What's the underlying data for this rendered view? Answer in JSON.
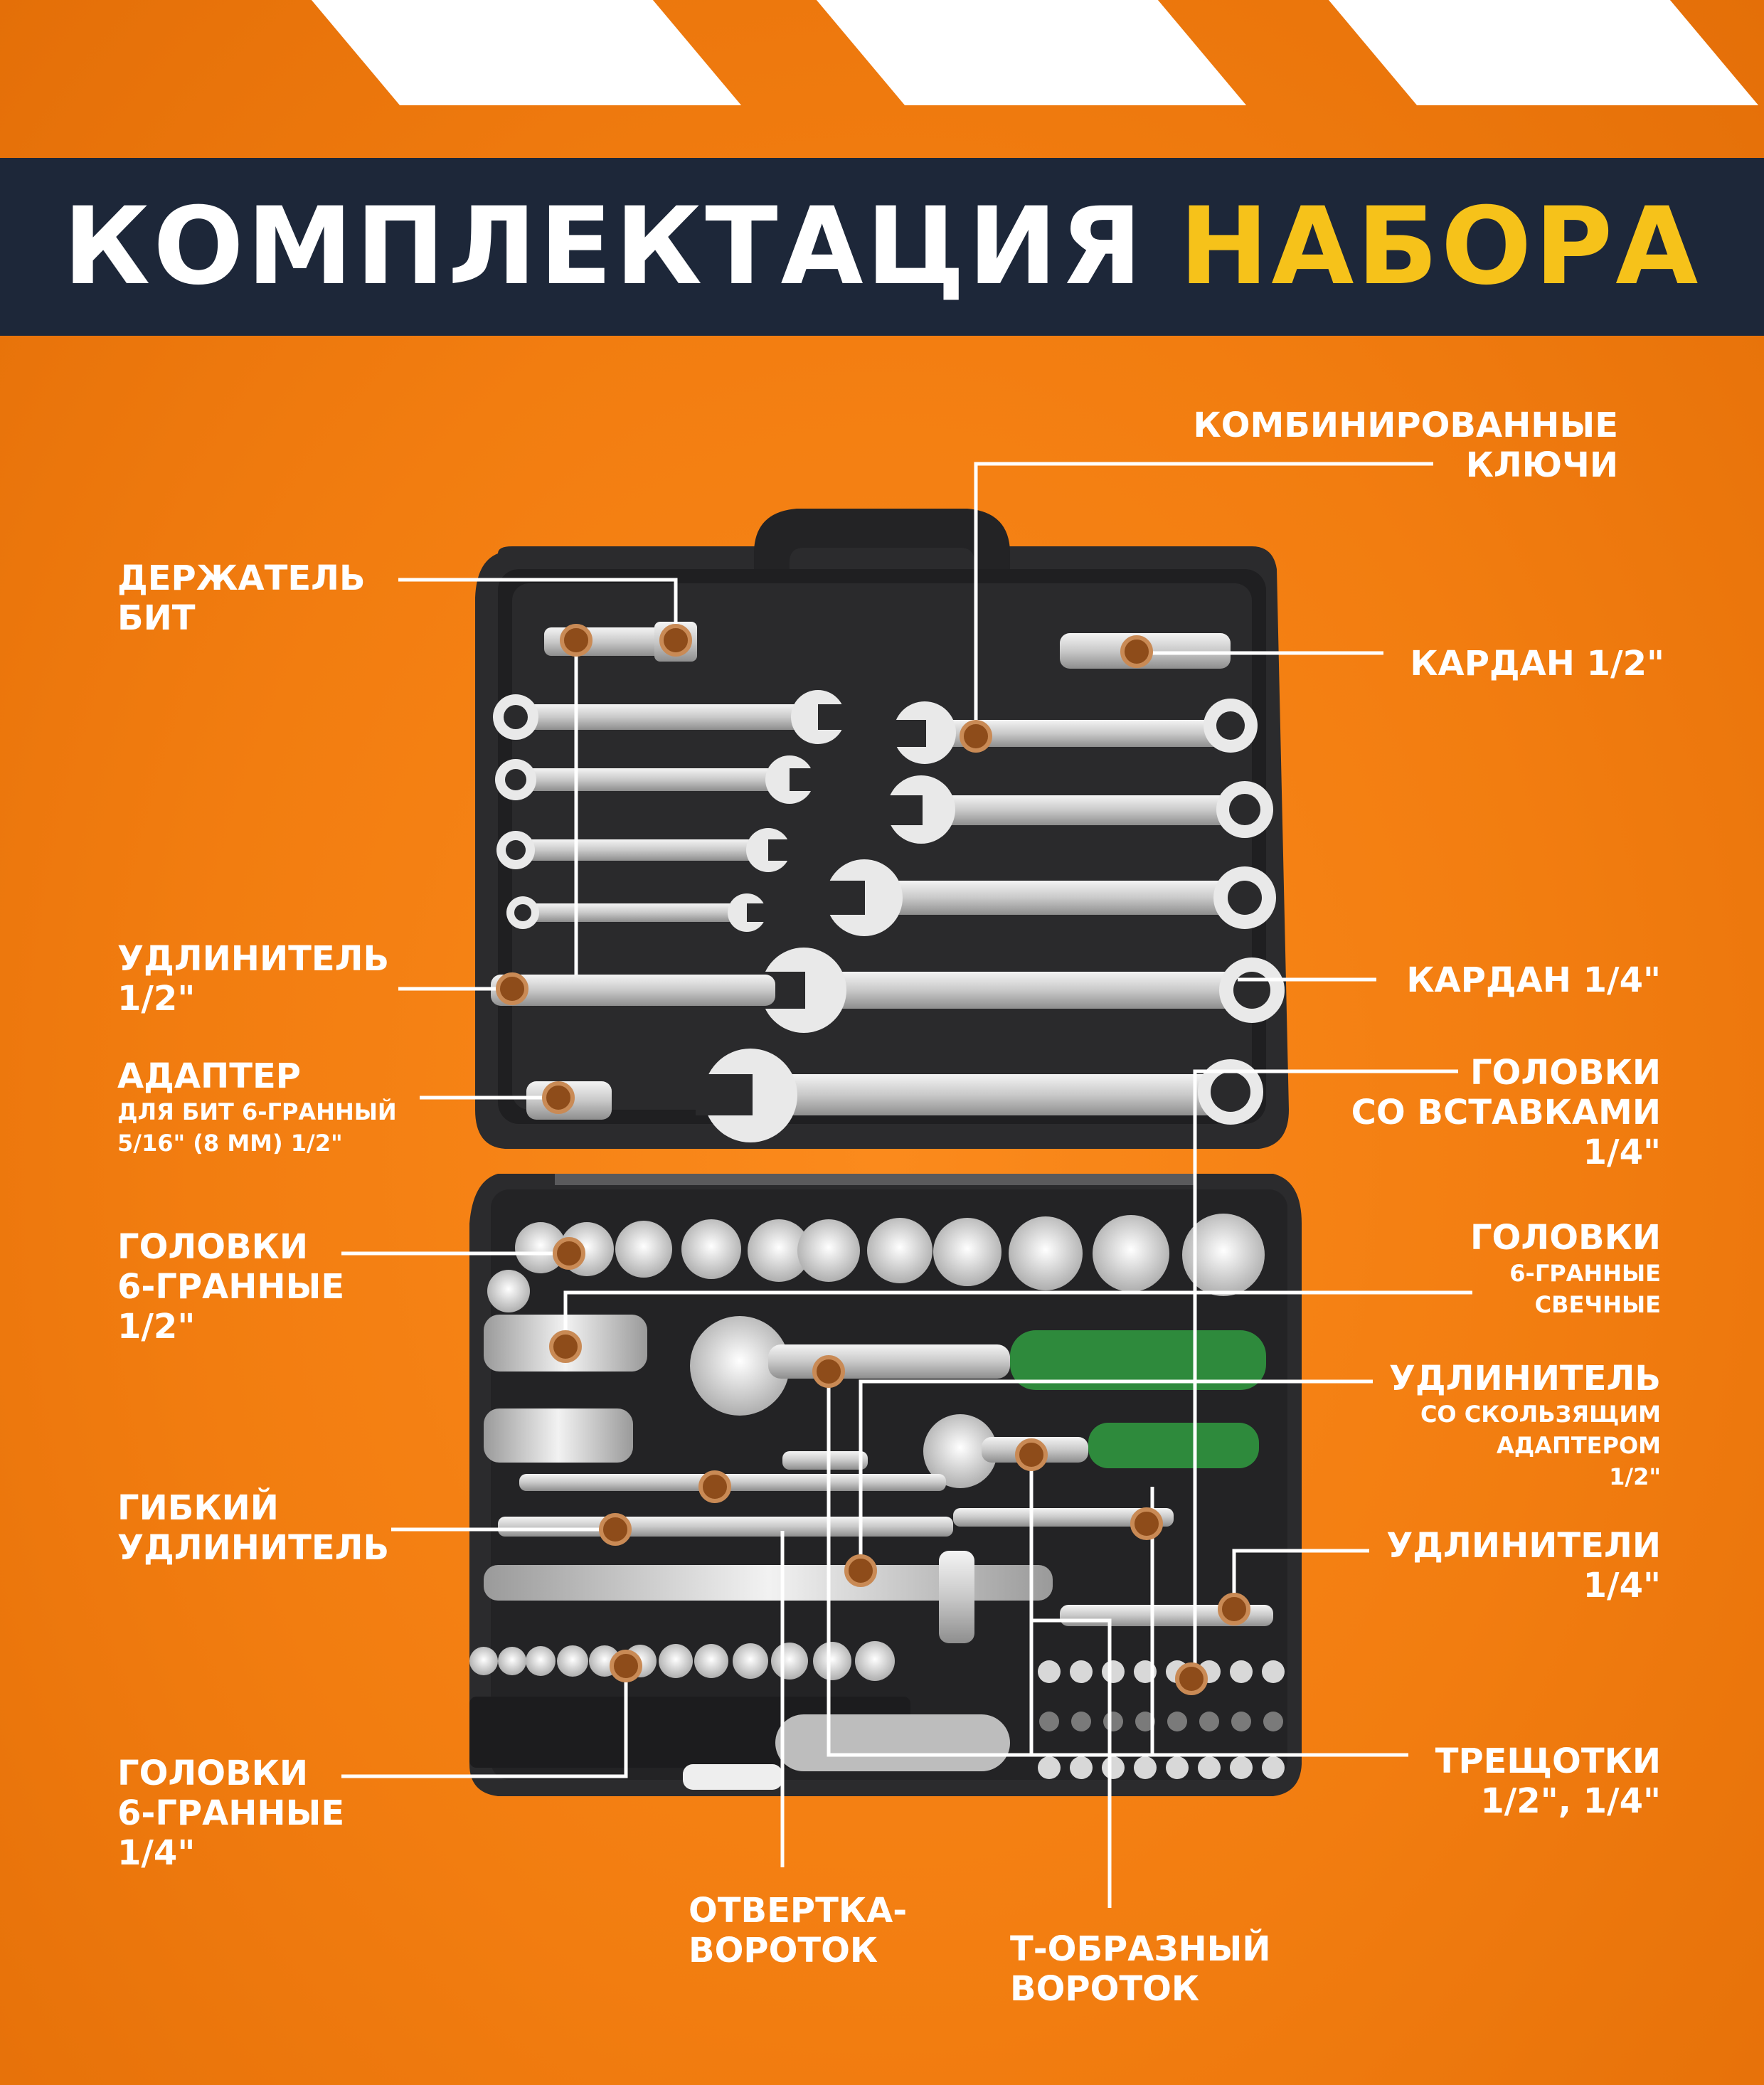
{
  "title": {
    "main": "КОМПЛЕКТАЦИЯ",
    "accent": "НАБОРА"
  },
  "colors": {
    "background": "#f27d10",
    "header_bar": "#1d2739",
    "accent": "#f6c21a",
    "marker": "#b86a2a",
    "case": "#2b2b2d"
  },
  "labels": {
    "combo_keys": [
      "КОМБИНИРОВАННЫЕ",
      "КЛЮЧИ"
    ],
    "bit_holder": [
      "ДЕРЖАТЕЛЬ",
      "БИТ"
    ],
    "cardan_half": "КАРДАН 1/2\"",
    "cardan_quarter": "КАРДАН 1/4\"",
    "extension_half": [
      "УДЛИНИТЕЛЬ",
      "1/2\""
    ],
    "adapter": {
      "title": "АДАПТЕР",
      "line1": "ДЛЯ БИТ 6-ГРАННЫЙ",
      "line2": "5/16\" (8 ММ) 1/2\""
    },
    "bit_sockets_quarter": [
      "ГОЛОВКИ",
      "СО ВСТАВКАМИ",
      "1/4\""
    ],
    "hex_sockets_half": [
      "ГОЛОВКИ",
      "6-ГРАННЫЕ",
      "1/2\""
    ],
    "spark_sockets": {
      "title": "ГОЛОВКИ",
      "line1": "6-ГРАННЫЕ",
      "line2": "СВЕЧНЫЕ"
    },
    "sliding_extension": {
      "title": "УДЛИНИТЕЛЬ",
      "line1": "СО СКОЛЬЗЯЩИМ",
      "line2": "АДАПТЕРОМ",
      "line3": "1/2\""
    },
    "flex_extension": [
      "ГИБКИЙ",
      "УДЛИНИТЕЛЬ"
    ],
    "extensions_quarter": [
      "УДЛИНИТЕЛИ",
      "1/4\""
    ],
    "hex_sockets_quarter": [
      "ГОЛОВКИ",
      "6-ГРАННЫЕ",
      "1/4\""
    ],
    "ratchets": [
      "ТРЕЩОТКИ",
      "1/2\", 1/4\""
    ],
    "screwdriver_handle": [
      "ОТВЕРТКА-",
      "ВОРОТОК"
    ],
    "t_handle": [
      "Т-ОБРАЗНЫЙ",
      "ВОРОТОК"
    ]
  }
}
